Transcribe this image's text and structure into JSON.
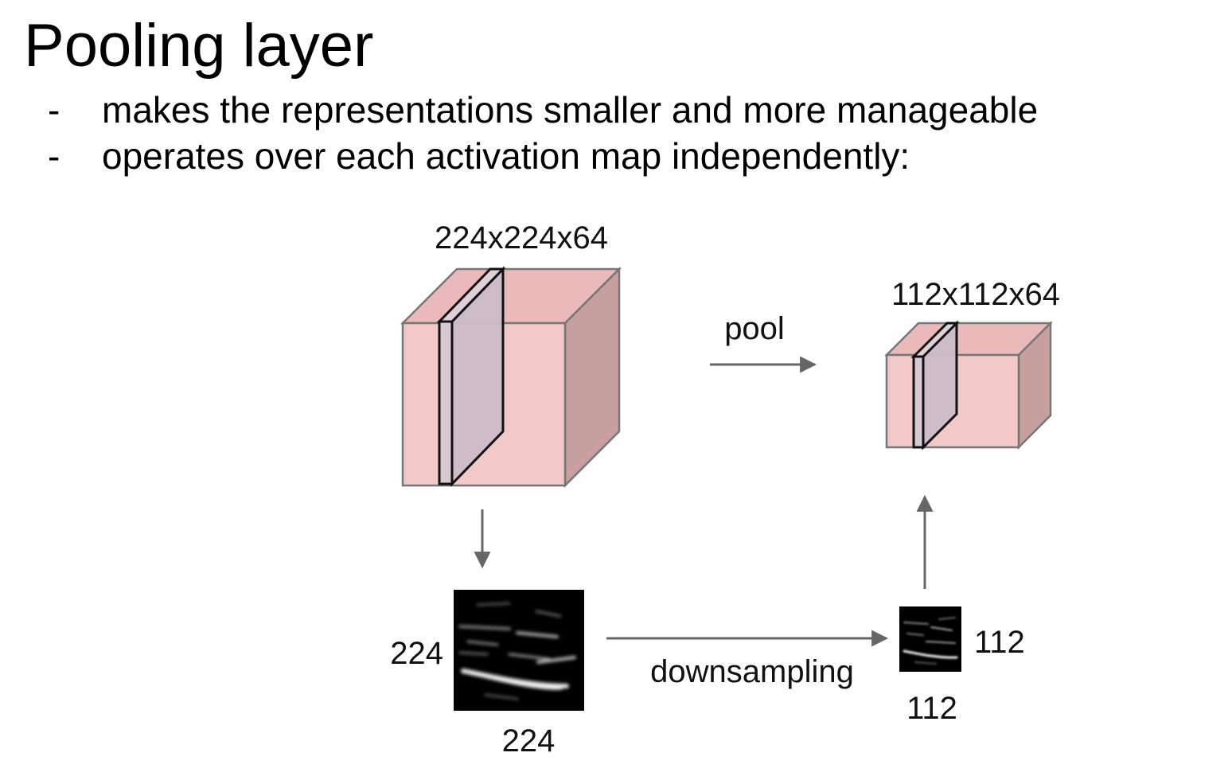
{
  "slide": {
    "title": "Pooling layer",
    "bullets": [
      {
        "marker": "-",
        "text": "makes the representations smaller and more manageable"
      },
      {
        "marker": "-",
        "text": "operates over each activation map independently:"
      }
    ]
  },
  "diagram": {
    "input_volume_label": "224x224x64",
    "output_volume_label": "112x112x64",
    "pool_label": "pool",
    "downsampling_label": "downsampling",
    "input_map_height_label": "224",
    "input_map_width_label": "224",
    "output_map_height_label": "112",
    "output_map_width_label": "112"
  },
  "colors": {
    "cube_front": "#f2c8c8",
    "cube_side": "#c89f9f",
    "cube_top": "#eab9b9",
    "slice_fill": "#cbbcc6",
    "arrow": "#666666",
    "map_background": "#000000"
  }
}
